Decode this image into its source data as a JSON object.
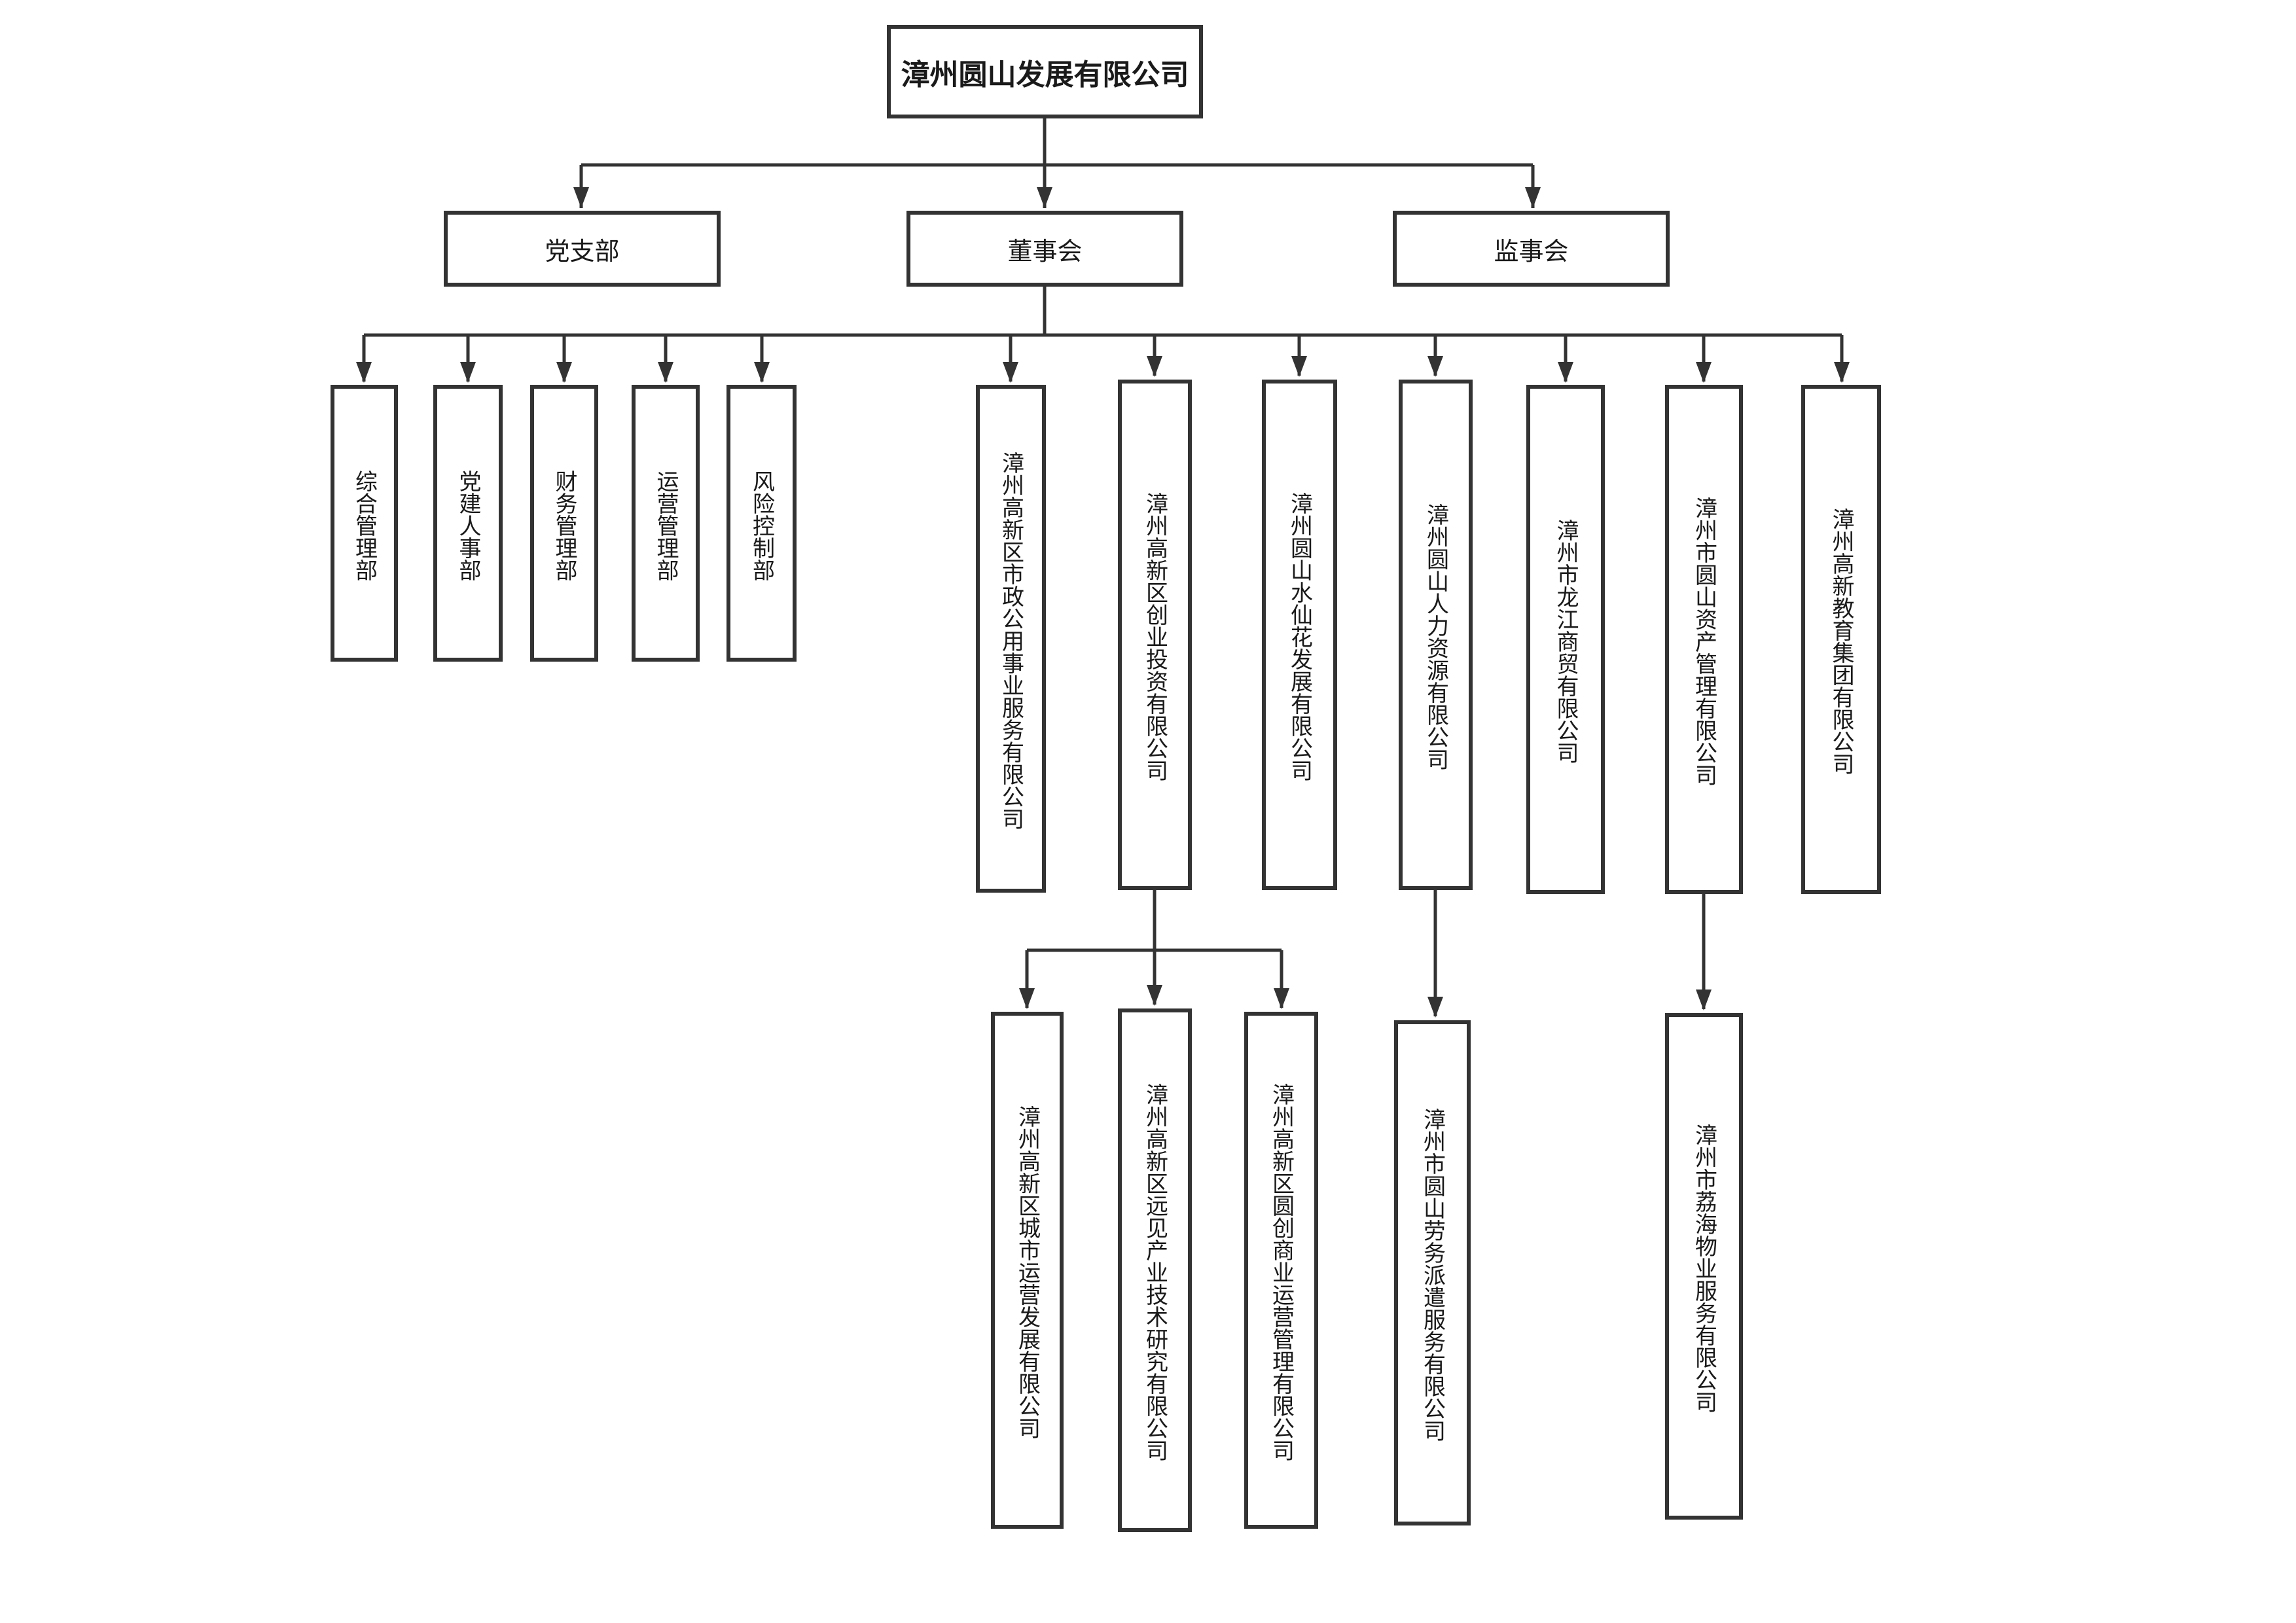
{
  "org_chart": {
    "root": "漳州圆山发展有限公司",
    "level1": {
      "party_branch": "党支部",
      "board": "董事会",
      "supervisory_board": "监事会"
    },
    "departments": [
      "综合管理部",
      "党建人事部",
      "财务管理部",
      "运营管理部",
      "风险控制部"
    ],
    "subsidiaries": [
      "漳州高新区市政公用事业服务有限公司",
      "漳州高新区创业投资有限公司",
      "漳州圆山水仙花发展有限公司",
      "漳州圆山人力资源有限公司",
      "漳州市龙江商贸有限公司",
      "漳州市圆山资产管理有限公司",
      "漳州高新教育集团有限公司"
    ],
    "venture_children": [
      "漳州高新区城市运营发展有限公司",
      "漳州高新区远见产业技术研究有限公司",
      "漳州高新区圆创商业运营管理有限公司"
    ],
    "hr_child": "漳州市圆山劳务派遣服务有限公司",
    "asset_child": "漳州市荔海物业服务有限公司"
  }
}
